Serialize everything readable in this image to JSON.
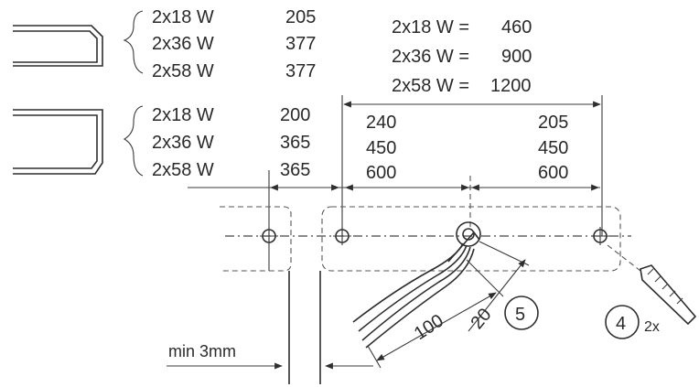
{
  "profile_top": {
    "rows": [
      {
        "label": "2x18 W",
        "value": "205"
      },
      {
        "label": "2x36 W",
        "value": "377"
      },
      {
        "label": "2x58 W",
        "value": "377"
      }
    ]
  },
  "profile_bottom": {
    "rows": [
      {
        "label": "2x18 W",
        "value": "200"
      },
      {
        "label": "2x36 W",
        "value": "365"
      },
      {
        "label": "2x58 W",
        "value": "365"
      }
    ]
  },
  "total_lengths": [
    {
      "label": "2x18 W =",
      "value": "460"
    },
    {
      "label": "2x36 W =",
      "value": "900"
    },
    {
      "label": "2x58 W =",
      "value": "1200"
    }
  ],
  "hole_spacing_left": [
    "240",
    "450",
    "600"
  ],
  "hole_spacing_right": [
    "205",
    "450",
    "600"
  ],
  "dims": {
    "length_100": "100",
    "length_20": "20",
    "min_gap": "min 3mm"
  },
  "callouts": {
    "step_5": "5",
    "step_4": "4",
    "qty": "2x"
  }
}
